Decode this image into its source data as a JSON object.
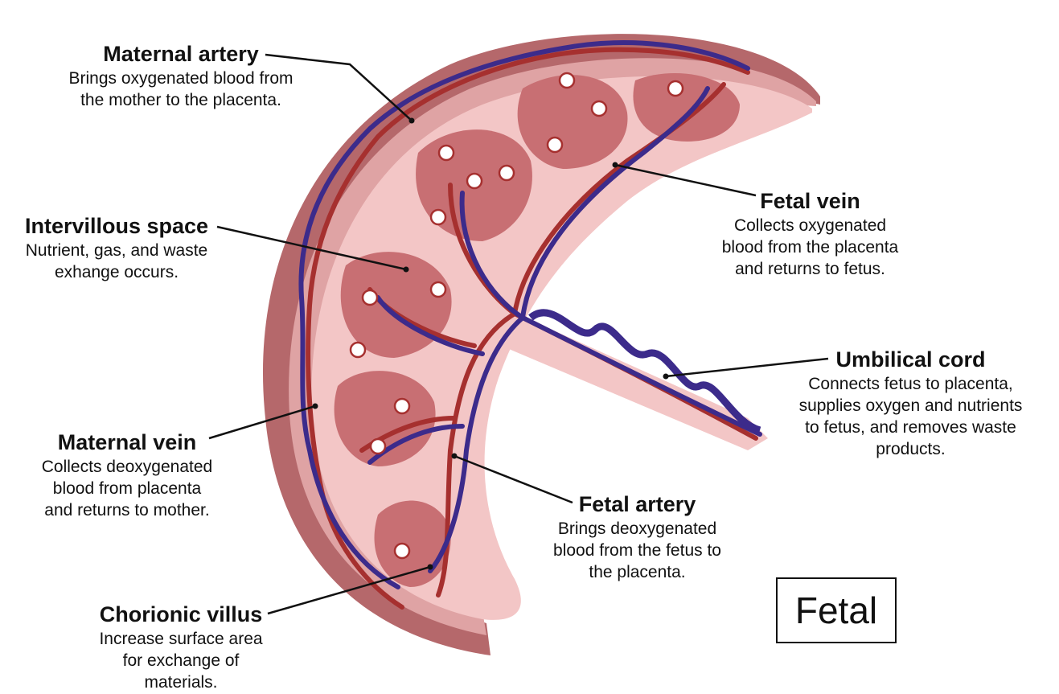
{
  "colors": {
    "outer_band": "#b5686b",
    "middle_band": "#dfa3a4",
    "inner_tissue": "#f3c6c6",
    "lobule": "#c86f73",
    "artery": "#a6302f",
    "vein": "#3c2b8b",
    "leader_line": "#111111"
  },
  "labels": {
    "maternal_artery": {
      "title": "Maternal artery",
      "desc": "Brings oxygenated blood from\nthe mother to the placenta."
    },
    "intervillous_space": {
      "title": "Intervillous space",
      "desc": "Nutrient, gas, and waste\nexhange occurs."
    },
    "maternal_vein": {
      "title": "Maternal vein",
      "desc": "Collects deoxygenated\nblood from placenta\nand returns to mother."
    },
    "chorionic_villus": {
      "title": "Chorionic villus",
      "desc": "Increase surface area\nfor exchange of\nmaterials."
    },
    "fetal_vein": {
      "title": "Fetal vein",
      "desc": "Collects oxygenated\nblood from the placenta\nand returns to fetus."
    },
    "umbilical_cord": {
      "title": "Umbilical cord",
      "desc": "Connects fetus to placenta,\nsupplies oxygen and nutrients\nto fetus, and removes waste\nproducts."
    },
    "fetal_artery": {
      "title": "Fetal artery",
      "desc": "Brings deoxygenated\nblood from the fetus to\nthe placenta."
    }
  },
  "badge": "Fetal"
}
